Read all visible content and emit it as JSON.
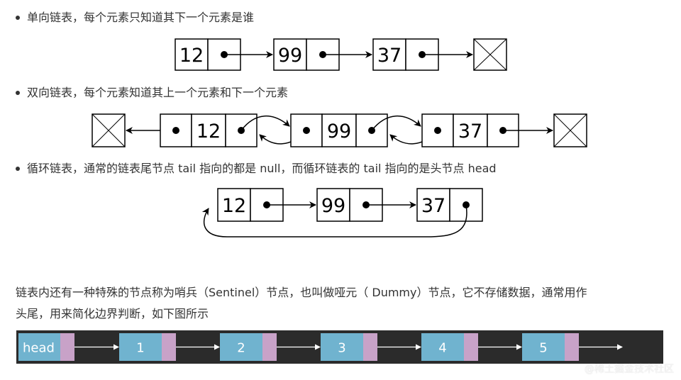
{
  "bullets": {
    "singly": "单向链表，每个元素只知道其下一个元素是谁",
    "doubly": "双向链表，每个元素知道其上一个元素和下一个元素",
    "circular": "循环链表，通常的链表尾节点 tail 指向的都是 null，而循环链表的 tail 指向的是头节点 head"
  },
  "singly": {
    "values": [
      "12",
      "99",
      "37"
    ]
  },
  "doubly": {
    "values": [
      "12",
      "99",
      "37"
    ]
  },
  "circular": {
    "values": [
      "12",
      "99",
      "37"
    ]
  },
  "paragraph": {
    "line1": "链表内还有一种特殊的节点称为哨兵（Sentinel）节点，也叫做哑元（ Dummy）节点，它不存储数据，通常用作",
    "line2": "头尾，用来简化边界判断，如下图所示"
  },
  "sentinel": {
    "head_label": "head",
    "labels": [
      "1",
      "2",
      "3",
      "4",
      "5"
    ],
    "colors": {
      "background": "#2b2b2b",
      "node": "#70b3cf",
      "pointer": "#c8a2c8",
      "arrow": "#ffffff"
    }
  },
  "watermark": "@稀土掘金技术社区"
}
